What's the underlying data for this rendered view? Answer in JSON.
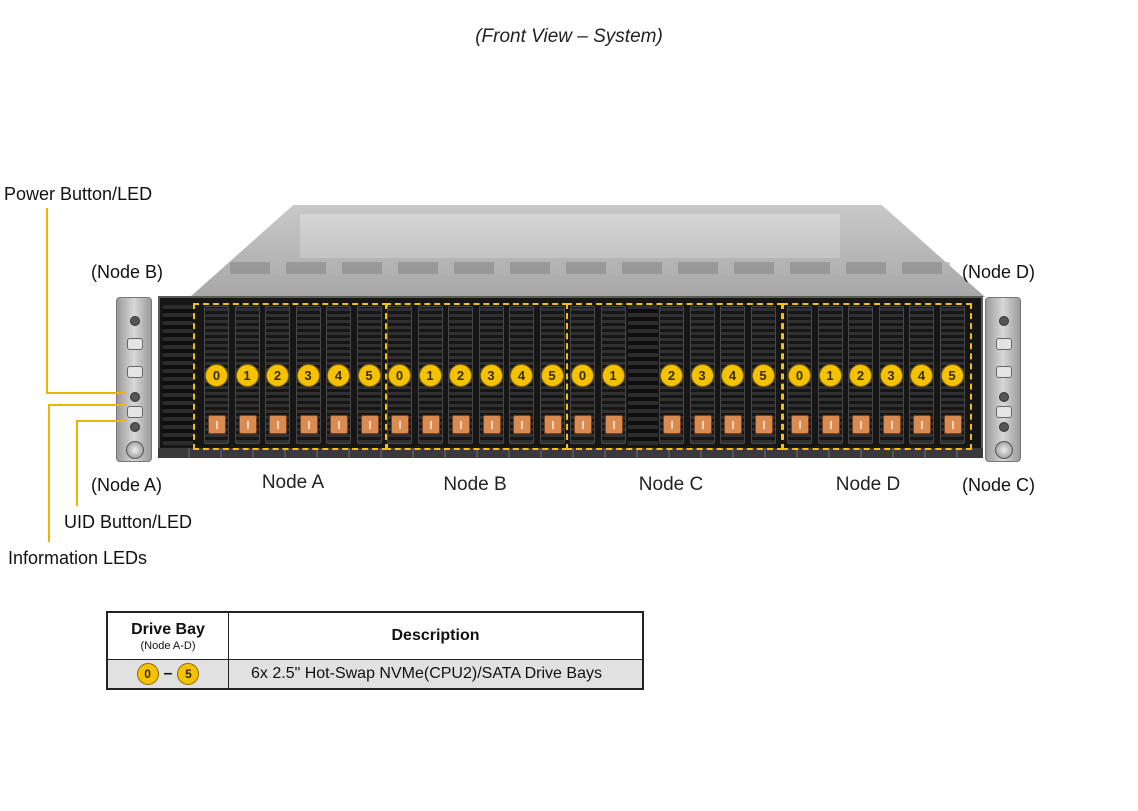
{
  "title": "(Front View – System)",
  "callouts": {
    "power": "Power Button/LED",
    "uid": "UID Button/LED",
    "info": "Information LEDs"
  },
  "ear_labels": {
    "top_left": "(Node B)",
    "bottom_left": "(Node A)",
    "top_right": "(Node D)",
    "bottom_right": "(Node C)"
  },
  "nodes": [
    {
      "label": "Node A",
      "bays": [
        "0",
        "1",
        "2",
        "3",
        "4",
        "5"
      ]
    },
    {
      "label": "Node B",
      "bays": [
        "0",
        "1",
        "2",
        "3",
        "4",
        "5"
      ]
    },
    {
      "label": "Node C",
      "bays": [
        "0",
        "1",
        "2",
        "3",
        "4",
        "5"
      ]
    },
    {
      "label": "Node D",
      "bays": [
        "0",
        "1",
        "2",
        "3",
        "4",
        "5"
      ]
    }
  ],
  "table": {
    "header_col1": "Drive Bay",
    "header_col1_sub": "(Node A-D)",
    "header_col2": "Description",
    "row": {
      "from": "0",
      "to": "5",
      "description": "6x 2.5\" Hot-Swap NVMe(CPU2)/SATA Drive Bays"
    }
  },
  "colors": {
    "badge": "#f5c200",
    "latch": "#d98b52",
    "callout_line": "#f0b400"
  }
}
